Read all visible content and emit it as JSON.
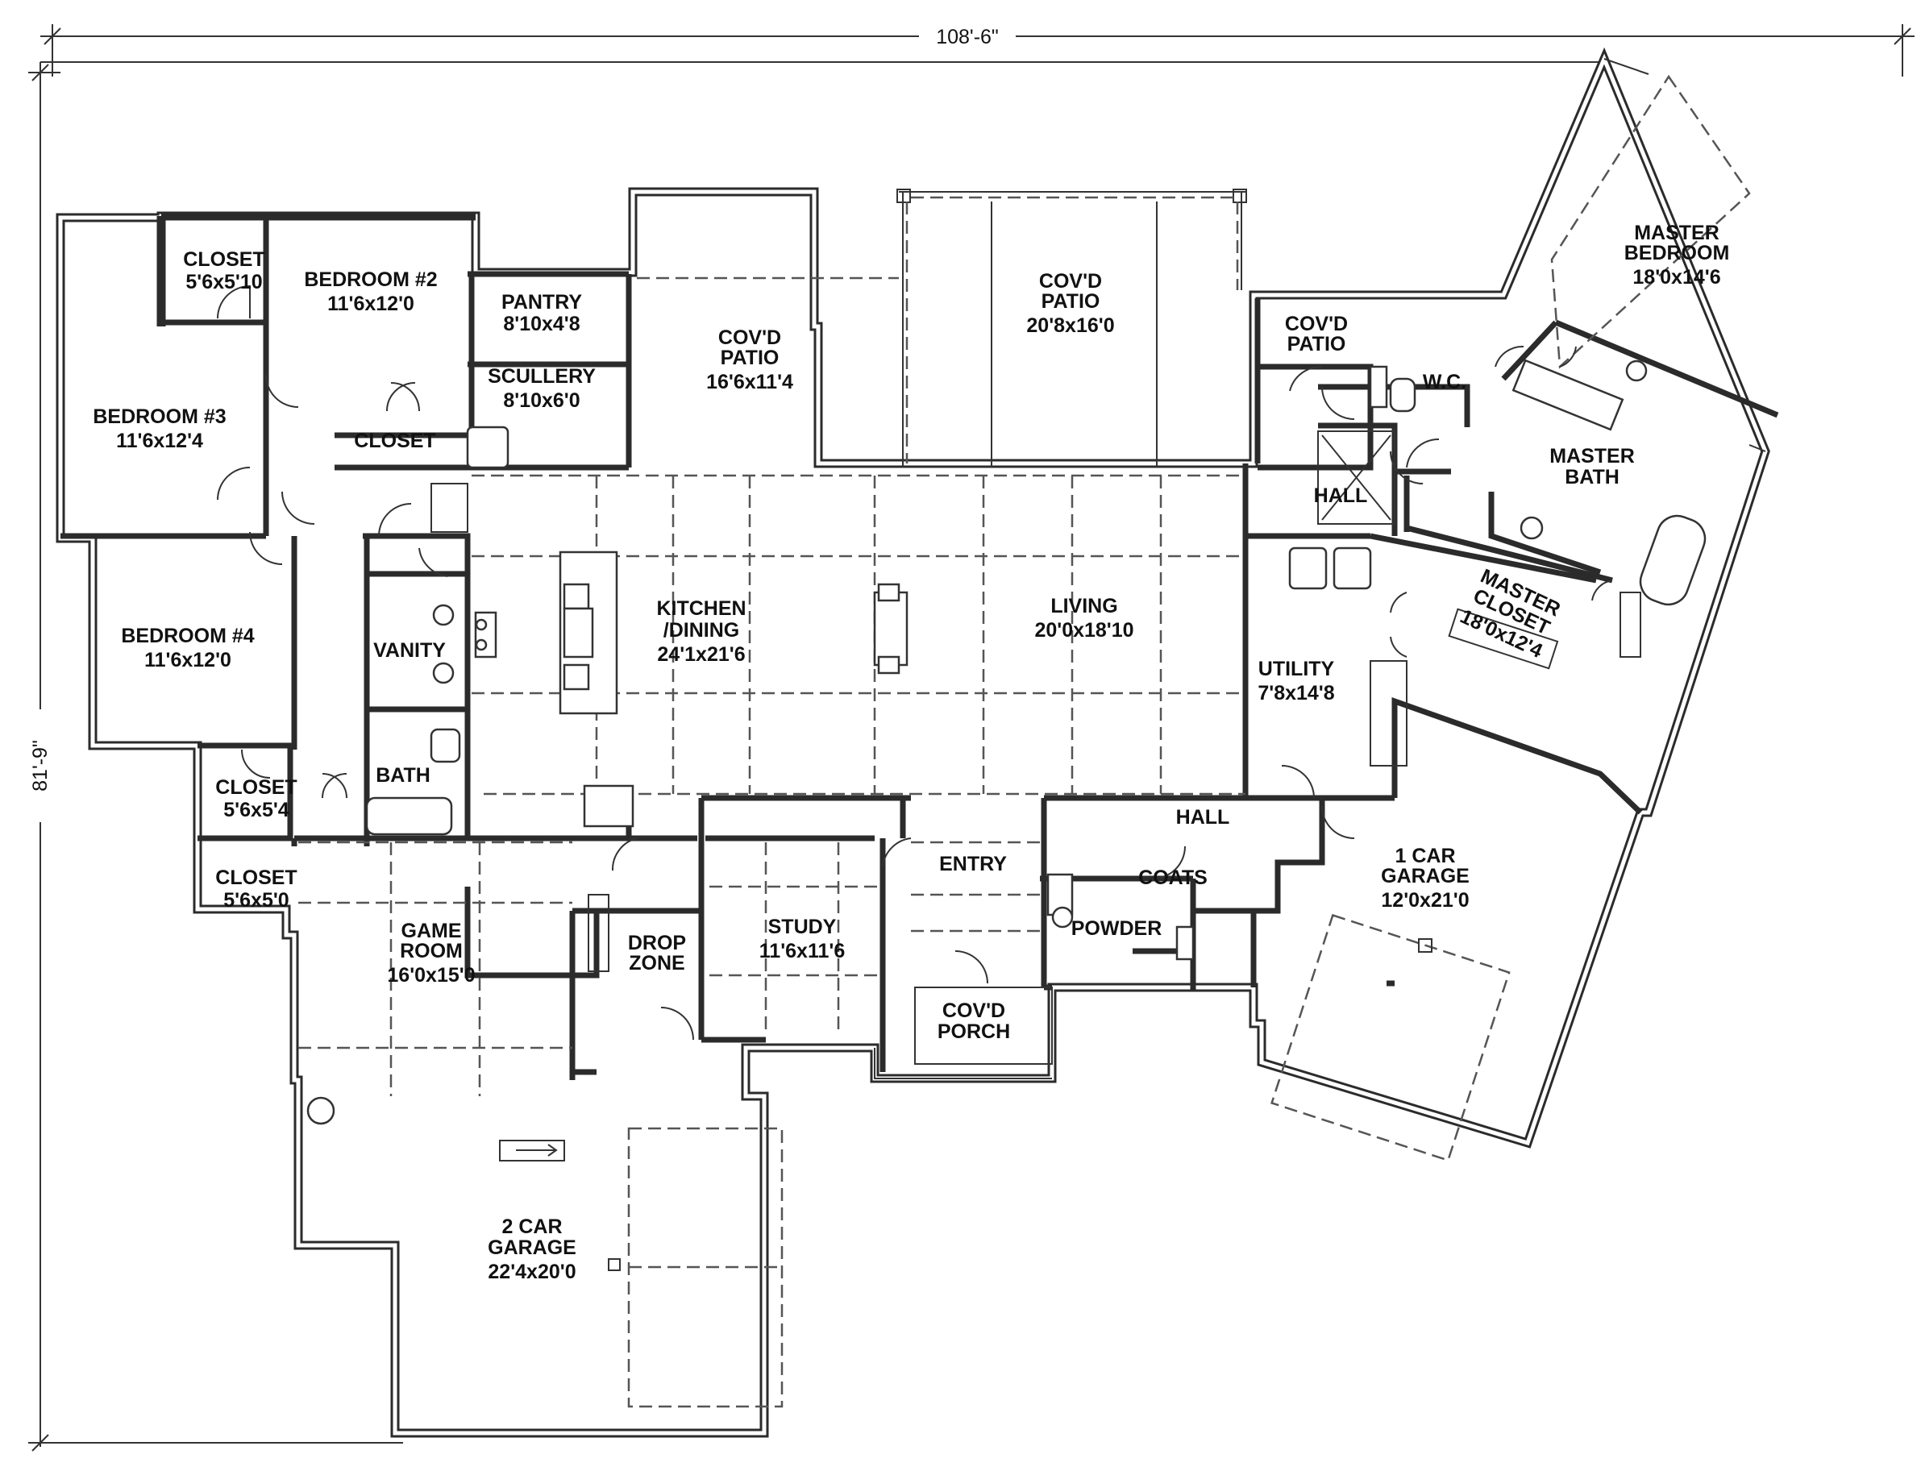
{
  "dimensions": {
    "width": "108'-6\"",
    "depth": "81'-9\""
  },
  "rooms": {
    "closet_a": {
      "name": "CLOSET",
      "size": "5'6x5'10"
    },
    "bedroom2": {
      "name": "BEDROOM #2",
      "size": "11'6x12'0"
    },
    "pantry": {
      "name": "PANTRY",
      "size": "8'10x4'8"
    },
    "scullery": {
      "name": "SCULLERY",
      "size": "8'10x6'0"
    },
    "patio1": {
      "line1": "COV'D",
      "line2": "PATIO",
      "size": "16'6x11'4"
    },
    "patio2": {
      "line1": "COV'D",
      "line2": "PATIO",
      "size": "20'8x16'0"
    },
    "patio3": {
      "line1": "COV'D",
      "line2": "PATIO"
    },
    "master_bedroom": {
      "line1": "MASTER",
      "line2": "BEDROOM",
      "size": "18'0x14'6"
    },
    "wc": {
      "name": "W.C."
    },
    "master_bath": {
      "line1": "MASTER",
      "line2": "BATH"
    },
    "hall_upper": {
      "name": "HALL"
    },
    "bedroom3": {
      "name": "BEDROOM #3",
      "size": "11'6x12'4"
    },
    "closet_b": {
      "name": "CLOSET"
    },
    "kitchen": {
      "line1": "KITCHEN",
      "line2": "/DINING",
      "size": "24'1x21'6"
    },
    "living": {
      "name": "LIVING",
      "size": "20'0x18'10"
    },
    "master_closet": {
      "line1": "MASTER",
      "line2": "CLOSET",
      "size": "18'0x12'4"
    },
    "bedroom4": {
      "name": "BEDROOM #4",
      "size": "11'6x12'0"
    },
    "vanity": {
      "name": "VANITY"
    },
    "utility": {
      "name": "UTILITY",
      "size": "7'8x14'8"
    },
    "closet_c": {
      "name": "CLOSET",
      "size": "5'6x5'4"
    },
    "bath": {
      "name": "BATH"
    },
    "hall_lower": {
      "name": "HALL"
    },
    "closet_d": {
      "name": "CLOSET",
      "size": "5'6x5'0"
    },
    "entry": {
      "name": "ENTRY"
    },
    "coats": {
      "name": "COATS"
    },
    "garage1": {
      "line1": "1 CAR",
      "line2": "GARAGE",
      "size": "12'0x21'0"
    },
    "game_room": {
      "line1": "GAME",
      "line2": "ROOM",
      "size": "16'0x15'0"
    },
    "drop_zone": {
      "line1": "DROP",
      "line2": "ZONE"
    },
    "study": {
      "name": "STUDY",
      "size": "11'6x11'6"
    },
    "powder": {
      "name": "POWDER"
    },
    "porch": {
      "line1": "COV'D",
      "line2": "PORCH"
    },
    "garage2": {
      "line1": "2 CAR",
      "line2": "GARAGE",
      "size": "22'4x20'0"
    }
  }
}
